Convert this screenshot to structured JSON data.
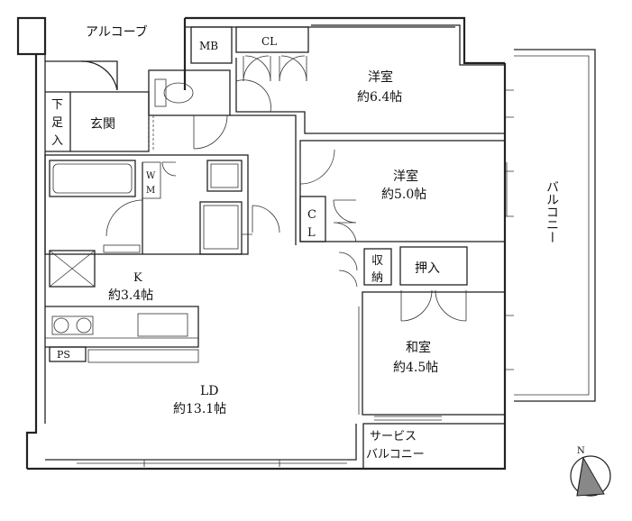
{
  "labels": {
    "alcove": "アルコーブ",
    "mb": "MB",
    "cl_top": "CL",
    "geta_1": "下",
    "geta_2": "足",
    "geta_3": "入",
    "genkan": "玄関",
    "bedroom1_name": "洋室",
    "bedroom1_size": "約6.4帖",
    "bedroom2_name": "洋室",
    "bedroom2_size": "約5.0帖",
    "cl_mid_1": "C",
    "cl_mid_2": "L",
    "shuno_1": "収",
    "shuno_2": "納",
    "oshiire": "押入",
    "washitsu_name": "和室",
    "washitsu_size": "約4.5帖",
    "wm_1": "W",
    "wm_2": "M",
    "kitchen_name": "K",
    "kitchen_size": "約3.4帖",
    "ps": "PS",
    "ld_name": "LD",
    "ld_size": "約13.1帖",
    "balcony": "バルコニー",
    "service_1": "サービス",
    "service_2": "バルコニー",
    "north": "N"
  }
}
